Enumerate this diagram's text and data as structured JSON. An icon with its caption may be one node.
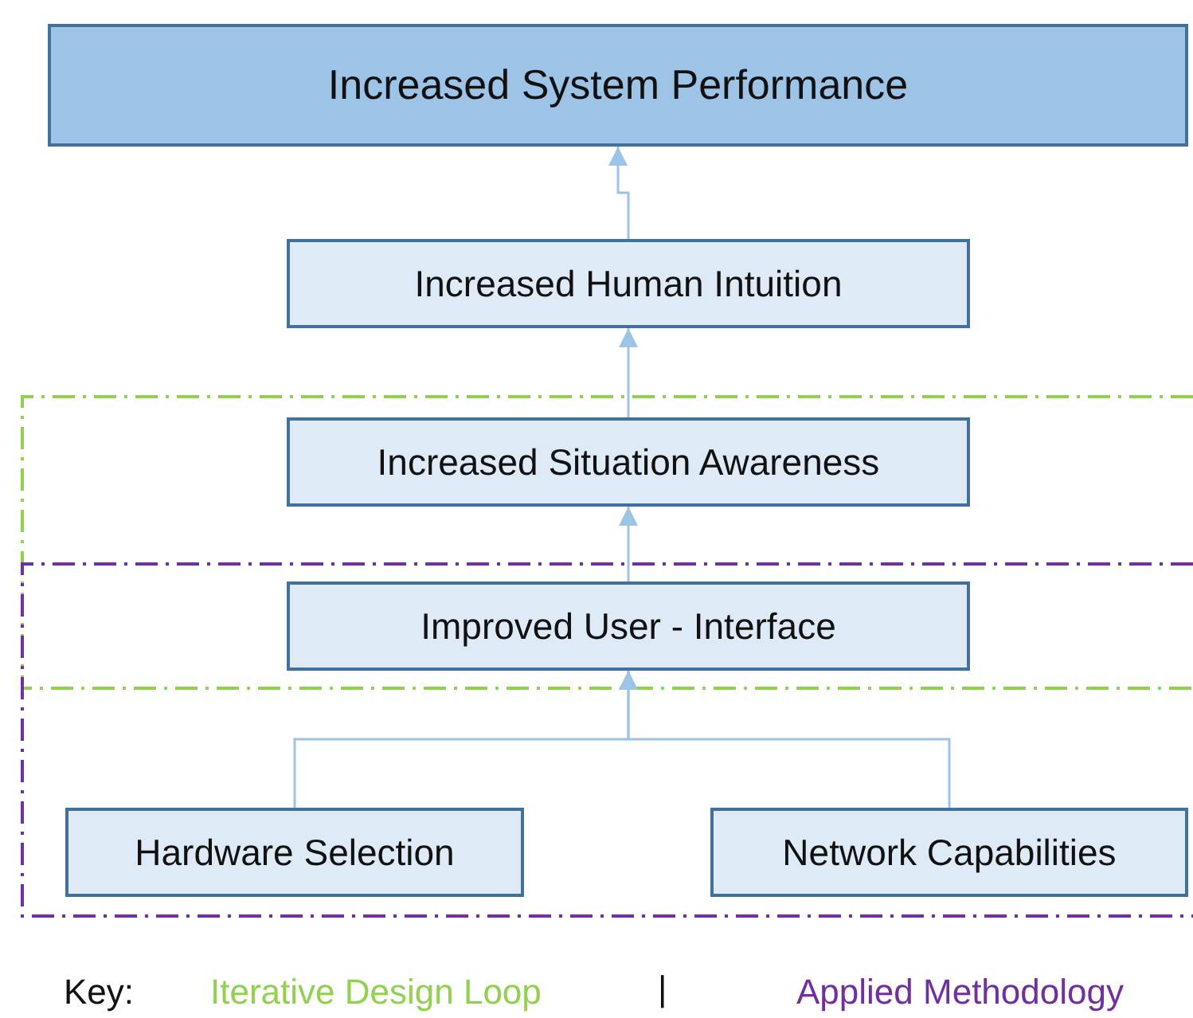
{
  "diagram": {
    "nodes": [
      {
        "text": [
          "Increased System Performance"
        ]
      },
      {
        "text": [
          "Increased Human Intuition"
        ]
      },
      {
        "text": [
          "Increased Situation Awareness"
        ]
      },
      {
        "text": [
          "Improved User - Interface"
        ]
      },
      {
        "text": [
          "Hardware Selection"
        ]
      },
      {
        "text": [
          "Network Capabilities"
        ]
      }
    ],
    "edges": [
      {
        "from": 1,
        "to": 0,
        "arrow": "to"
      },
      {
        "from": 2,
        "to": 1,
        "arrow": "to"
      },
      {
        "from": 3,
        "to": 2,
        "arrow": "to"
      },
      {
        "from": 4,
        "to": 3,
        "arrow": "to"
      },
      {
        "from": 5,
        "to": 3,
        "arrow": "to"
      }
    ],
    "labels": [
      "Key:",
      "|"
    ],
    "legend": [
      {
        "text": "Iterative Design Loop",
        "color": "#92d050"
      },
      {
        "text": "Applied Methodology",
        "color": "#7030a0"
      }
    ]
  }
}
